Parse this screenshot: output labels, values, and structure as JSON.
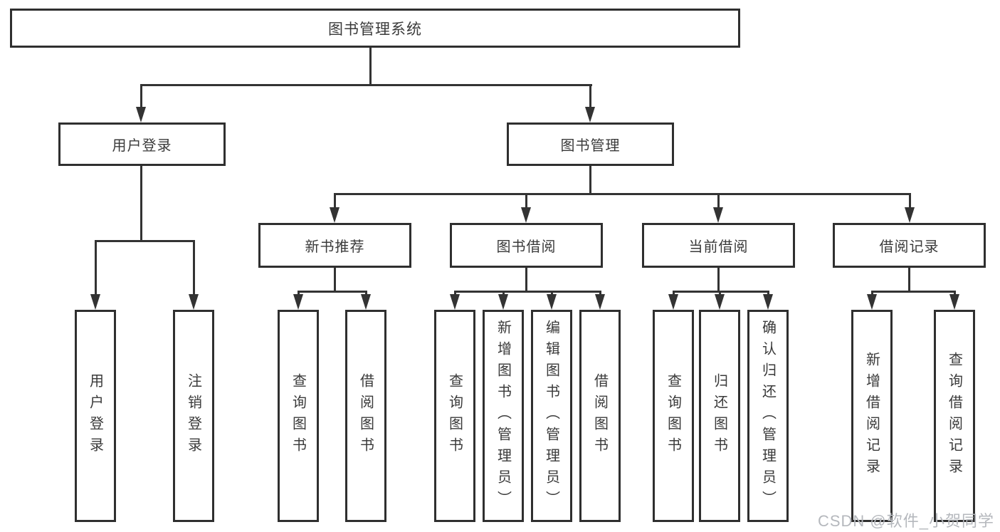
{
  "diagram": {
    "root": {
      "label": "图书管理系统"
    },
    "level2": [
      {
        "id": "user-login",
        "label": "用户登录"
      },
      {
        "id": "book-mgmt",
        "label": "图书管理"
      }
    ],
    "level3": [
      {
        "id": "new-book-recommend",
        "label": "新书推荐"
      },
      {
        "id": "book-borrow",
        "label": "图书借阅"
      },
      {
        "id": "current-borrow",
        "label": "当前借阅"
      },
      {
        "id": "borrow-records",
        "label": "借阅记录"
      }
    ],
    "leaves": [
      {
        "id": "user-login-leaf",
        "label": "用户登录"
      },
      {
        "id": "logout",
        "label": "注销登录"
      },
      {
        "id": "query-books-1",
        "label": "查询图书"
      },
      {
        "id": "borrow-books-1",
        "label": "借阅图书"
      },
      {
        "id": "query-books-2",
        "label": "查询图书"
      },
      {
        "id": "add-book-admin",
        "label": "新增图书（管理员）"
      },
      {
        "id": "edit-book-admin",
        "label": "编辑图书（管理员）"
      },
      {
        "id": "borrow-books-2",
        "label": "借阅图书"
      },
      {
        "id": "query-books-3",
        "label": "查询图书"
      },
      {
        "id": "return-books",
        "label": "归还图书"
      },
      {
        "id": "confirm-return-admin",
        "label": "确认归还（管理员）"
      },
      {
        "id": "add-borrow-record",
        "label": "新增借阅记录"
      },
      {
        "id": "query-borrow-record",
        "label": "查询借阅记录"
      }
    ],
    "colors": {
      "line": "#333333",
      "node-border": "#2f2f2f",
      "text": "#3a3a3a",
      "background": "#ffffff",
      "watermark": "#b5b8bd"
    }
  },
  "watermark": {
    "text": "CSDN @软件_小贺同学"
  }
}
